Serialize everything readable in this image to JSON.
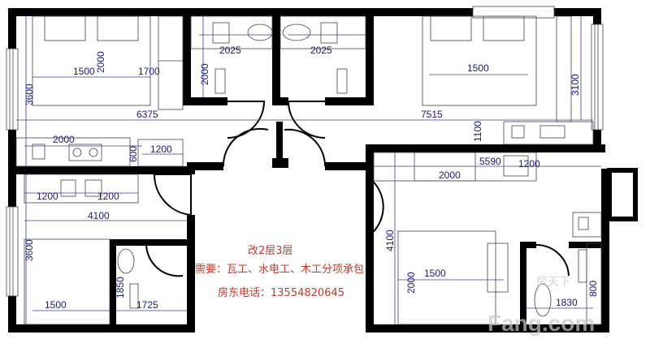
{
  "plan": {
    "dims": [
      "1500",
      "2000",
      "1700",
      "3600",
      "2000",
      "2025",
      "2025",
      "1500",
      "3100",
      "6375",
      "7515",
      "1100",
      "2000",
      "600",
      "1200",
      "5590",
      "1200",
      "2000",
      "1200",
      "1200",
      "4100",
      "3600",
      "4100",
      "2000",
      "1500",
      "1850",
      "1725",
      "1500",
      "1830",
      "800"
    ]
  },
  "notes": {
    "line1": "改2层3层",
    "line2": "需要：瓦工、水电工、木工分项承包",
    "line3": "房东电话：13554820645"
  },
  "watermark": {
    "cn": "房天下",
    "en": "Fang.com"
  }
}
